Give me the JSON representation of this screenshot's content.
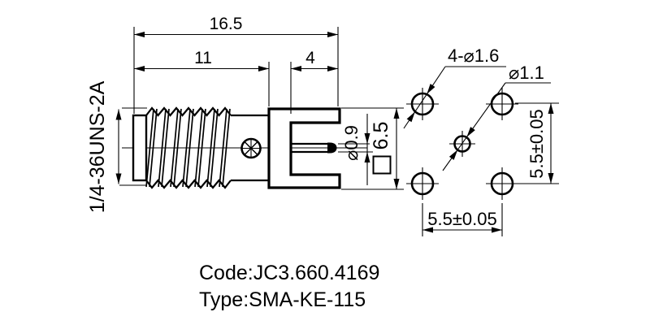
{
  "drawing": {
    "side_view": {
      "dim_overall_length": "16.5",
      "dim_thread_length": "11",
      "dim_slot_depth": "4",
      "thread_label": "1/4-36UNS-2A",
      "dim_pin_diameter": "⌀0.9",
      "dim_flange_height": "6.5"
    },
    "footprint_view": {
      "corner_holes_label": "4-⌀1.6",
      "center_hole_label": "⌀1.1",
      "dim_hole_spacing_horizontal": "5.5±0.05",
      "dim_hole_spacing_vertical": "5.5±0.05"
    },
    "caption": {
      "code_line": "Code:JC3.660.4169",
      "type_line": "Type:SMA-KE-115"
    },
    "colors": {
      "line": "#000000",
      "background": "#ffffff"
    }
  }
}
